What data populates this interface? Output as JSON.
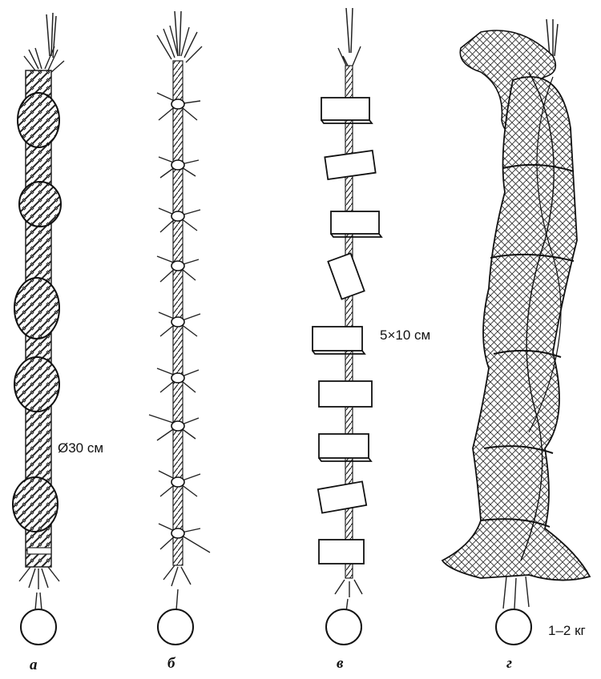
{
  "figure": {
    "items": [
      {
        "caption": "а",
        "annotation": "Ø30 см"
      },
      {
        "caption": "б",
        "annotation": ""
      },
      {
        "caption": "в",
        "annotation": "5×10 см"
      },
      {
        "caption": "г",
        "annotation": "1–2 кг"
      }
    ]
  }
}
